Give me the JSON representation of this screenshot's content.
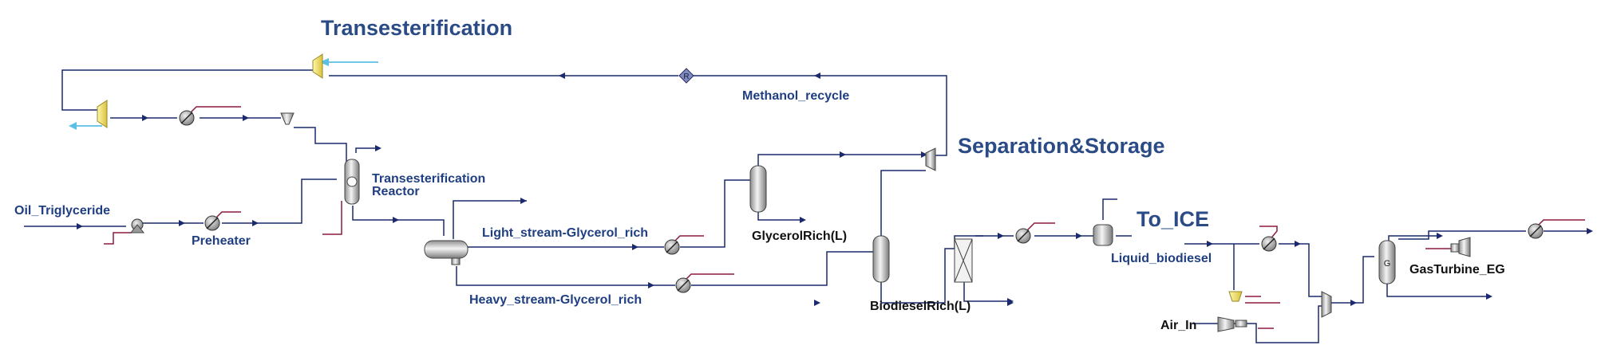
{
  "sections": {
    "transesterification": "Transesterification",
    "separation_storage": "Separation&Storage",
    "to_ice": "To_ICE"
  },
  "streams": {
    "oil_triglyceride": "Oil_Triglyceride",
    "preheater": "Preheater",
    "reactor_line1": "Transesterification",
    "reactor_line2": "Reactor",
    "light_stream": "Light_stream-Glycerol_rich",
    "heavy_stream": "Heavy_stream-Glycerol_rich",
    "methanol_recycle": "Methanol_recycle",
    "glycerol_rich": "GlycerolRich(L)",
    "biodiesel_rich": "BiodieselRich(L)",
    "liquid_biodiesel": "Liquid_biodiesel",
    "air_in": "Air_In",
    "gas_turbine": "GasTurbine_EG"
  },
  "block_labels": {
    "recycle_block": "R",
    "turbine_block": "G"
  },
  "colors": {
    "stream_line": "#1a2a6c",
    "utility_line": "#8a1c3c",
    "feed_line": "#5bc0e4",
    "section_text": "#2a4b86",
    "stream_text": "#1f3f82"
  }
}
